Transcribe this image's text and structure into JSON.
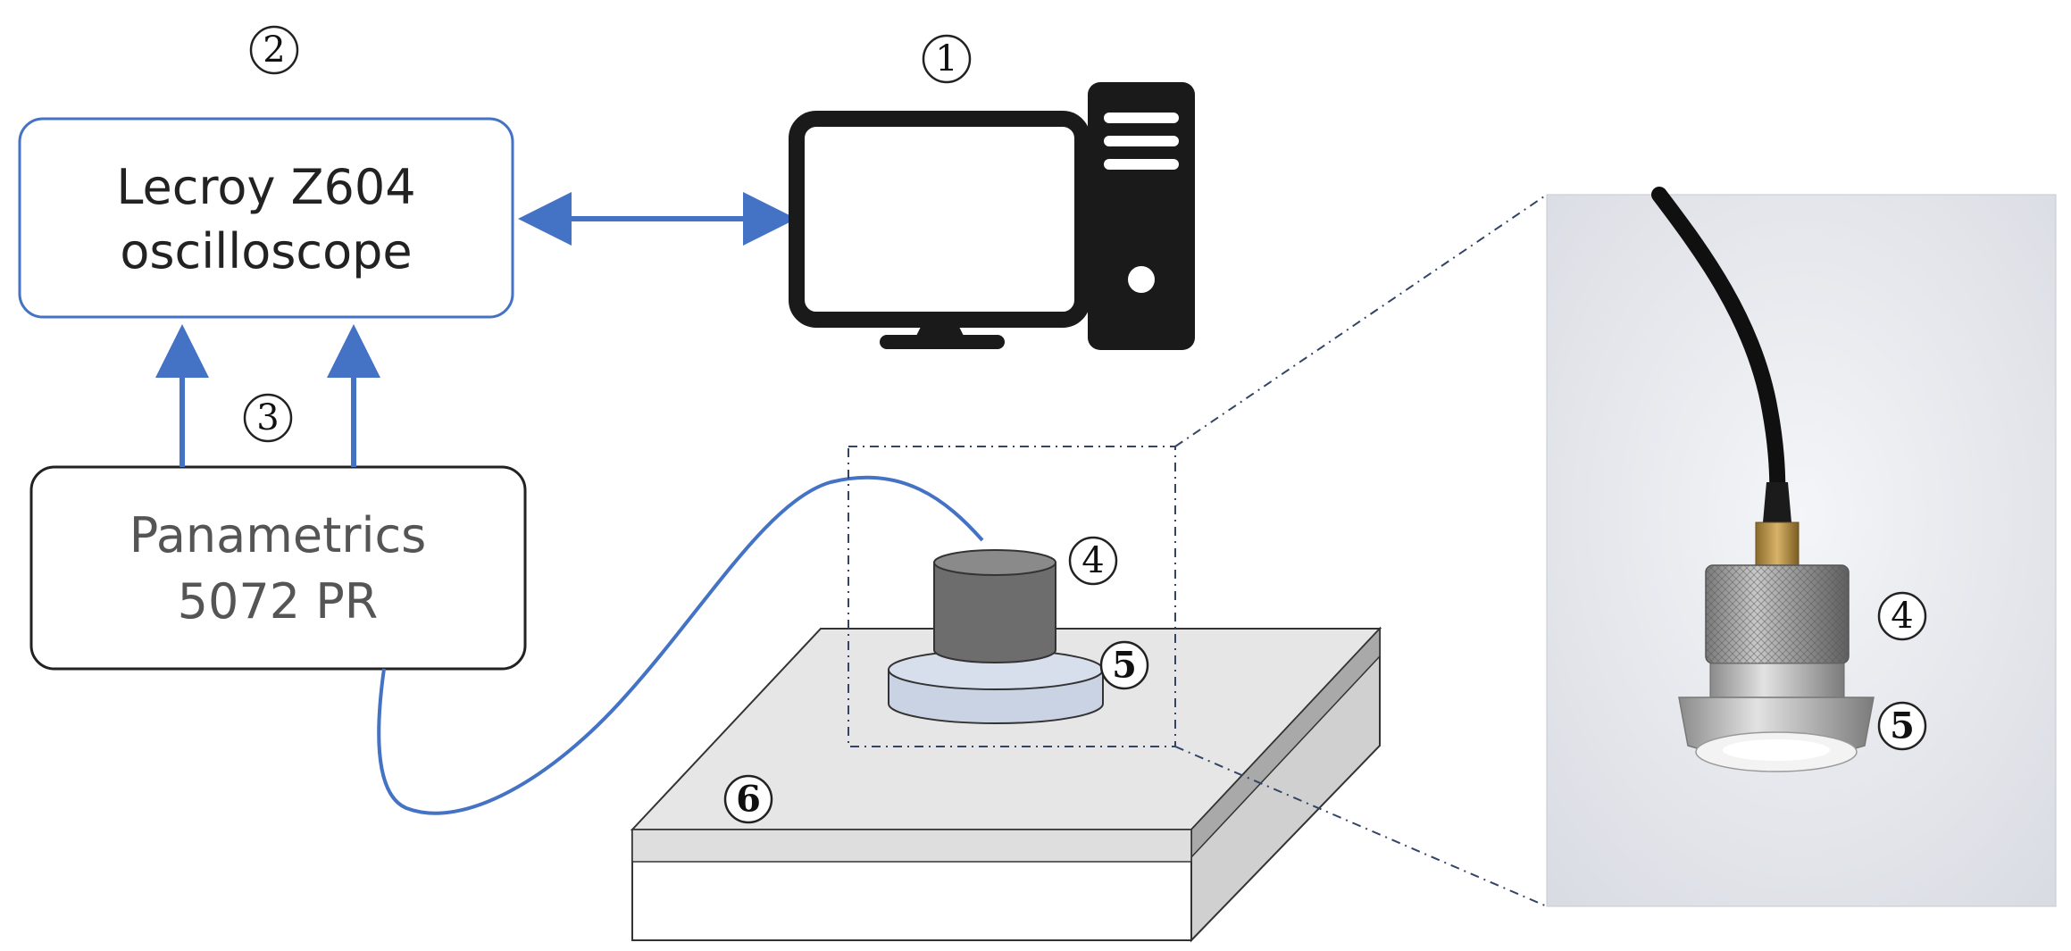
{
  "oscilloscope": {
    "line1": "Lecroy Z604",
    "line2": "oscilloscope"
  },
  "pulser": {
    "line1": "Panametrics",
    "line2": "5072 PR"
  },
  "markers": {
    "computer": "1",
    "oscilloscope": "2",
    "cables": "3",
    "transducer": "4",
    "delay_line": "5",
    "specimen": "6",
    "photo_transducer": "4",
    "photo_delay_line": "5"
  },
  "colors": {
    "arrow_blue": "#4472C4",
    "box_border_blue": "#4472C4",
    "box_border_black": "#222222",
    "transducer_gray": "#6d6d6d",
    "delay_line_blue": "#c9d3e3",
    "plate_top": "#e6e6e6",
    "plate_side": "#a9a9a9"
  }
}
